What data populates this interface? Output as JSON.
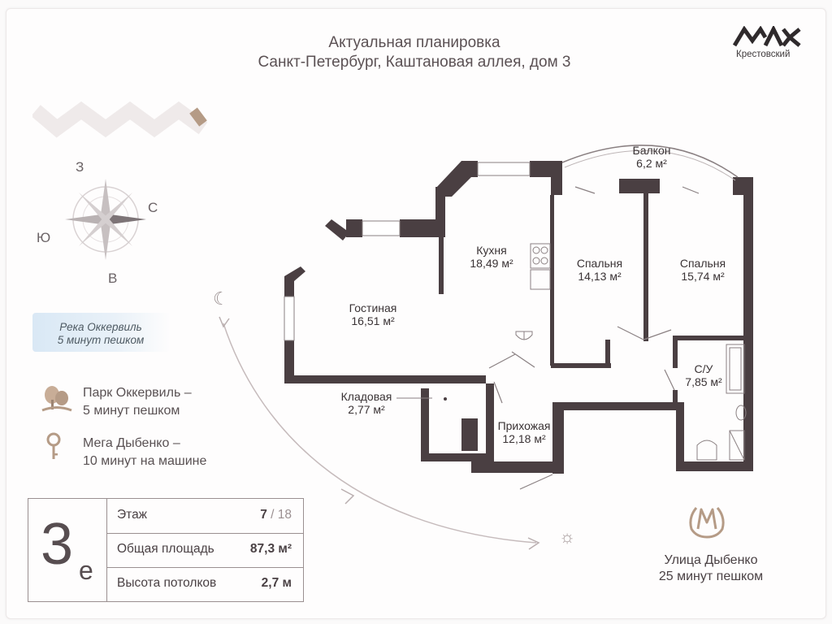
{
  "header": {
    "title_line1": "Актуальная планировка",
    "title_line2": "Санкт-Петербург, Каштановая аллея, дом 3"
  },
  "logo": {
    "name": "Крестовский"
  },
  "compass": {
    "north": "С",
    "south": "Ю",
    "west": "З",
    "east": "В"
  },
  "river": {
    "line1": "Река Оккервиль",
    "line2": "5 минут пешком"
  },
  "landmarks": [
    {
      "line1": "Парк Оккервиль –",
      "line2": "5 минут пешком",
      "icon": "tree-icon"
    },
    {
      "line1": "Мега Дыбенко –",
      "line2": "10 минут на машине",
      "icon": "key-icon"
    }
  ],
  "metro": {
    "line1": "Улица Дыбенко",
    "line2": "25 минут пешком",
    "icon": "metro-icon"
  },
  "rooms": {
    "balcony": {
      "name": "Балкон",
      "area": "6,2 м²"
    },
    "kitchen": {
      "name": "Кухня",
      "area": "18,49 м²"
    },
    "bedroom1": {
      "name": "Спальня",
      "area": "14,13 м²"
    },
    "bedroom2": {
      "name": "Спальня",
      "area": "15,74 м²"
    },
    "living": {
      "name": "Гостиная",
      "area": "16,51 м²"
    },
    "bathroom": {
      "name": "С/У",
      "area": "7,85 м²"
    },
    "storage": {
      "name": "Кладовая",
      "area": "2,77 м²"
    },
    "hall": {
      "name": "Прихожая",
      "area": "12,18 м²"
    }
  },
  "summary": {
    "type_number": "3",
    "type_letter": "е",
    "floor_label": "Этаж",
    "floor_value": "7",
    "floor_sep": " / ",
    "floor_total": "18",
    "area_label": "Общая площадь",
    "area_value": "87,3 м²",
    "height_label": "Высота потолков",
    "height_value": "2,7 м"
  },
  "colors": {
    "wall": "#4a3f42",
    "accent": "#b59b86",
    "river": "#d9e8f5"
  }
}
